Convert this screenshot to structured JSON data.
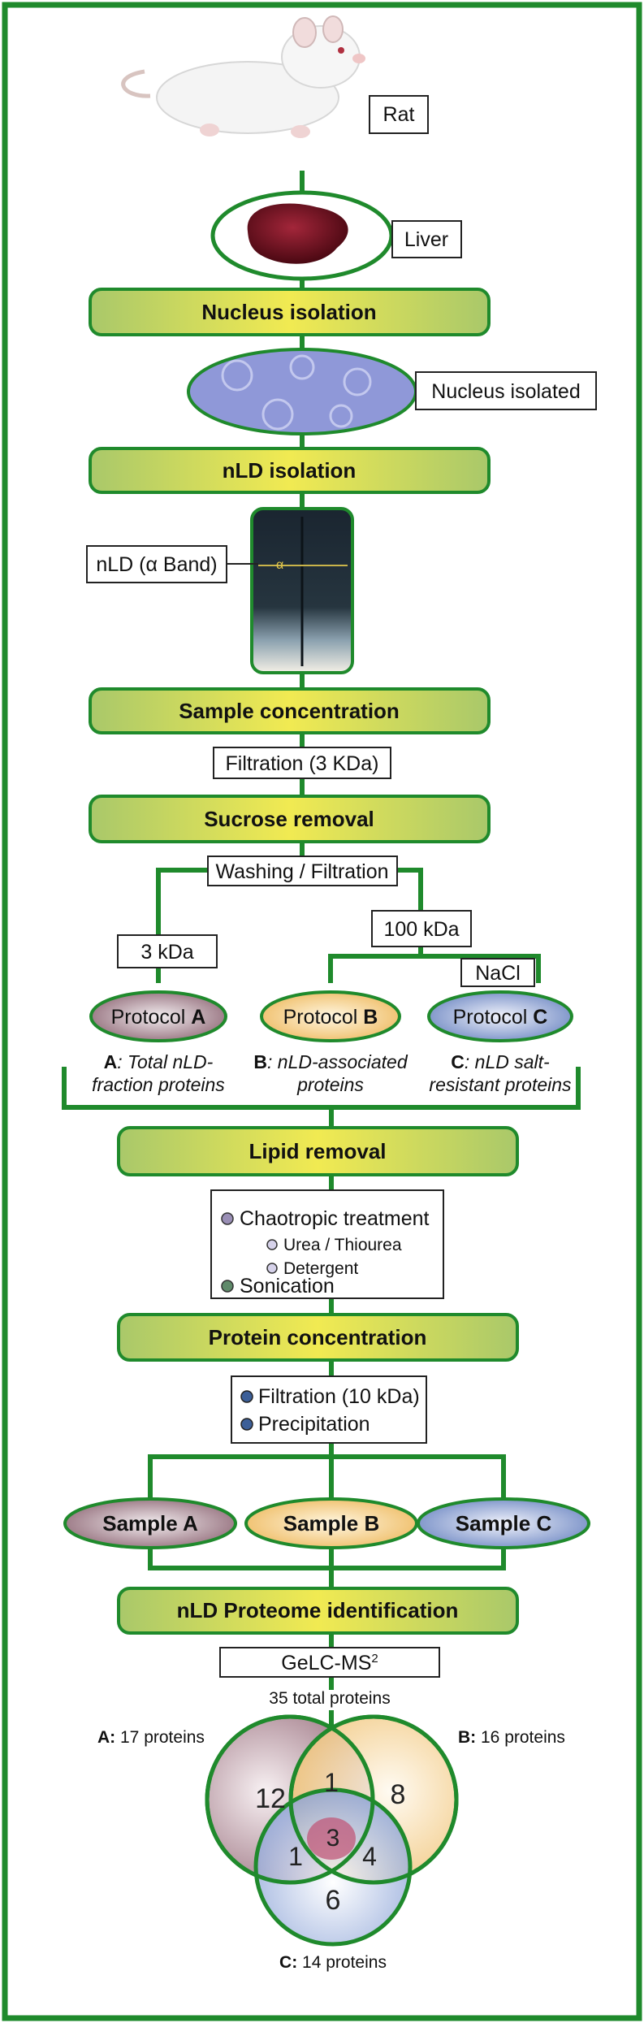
{
  "labels": {
    "rat": "Rat",
    "liver": "Liver",
    "nucleus_isolated": "Nucleus isolated",
    "nld_band": "nLD (α Band)",
    "alpha": "α",
    "filtration_3": "Filtration (3 KDa)",
    "washing": "Washing / Filtration",
    "kda3": "3 kDa",
    "kda100": "100 kDa",
    "nacl": "NaCl",
    "total_proteins": "35 total proteins"
  },
  "steps": {
    "nucleus_isolation": "Nucleus isolation",
    "nld_isolation": "nLD isolation",
    "sample_concentration": "Sample concentration",
    "sucrose_removal": "Sucrose removal",
    "lipid_removal": "Lipid removal",
    "protein_concentration": "Protein concentration",
    "proteome_identification": "nLD Proteome identification"
  },
  "protocols": {
    "word": "Protocol",
    "a": {
      "letter": "A",
      "desc_prefix": "A",
      "desc_1": ": Total nLD-",
      "desc_2": "fraction proteins"
    },
    "b": {
      "letter": "B",
      "desc_prefix": "B",
      "desc_1": ": nLD-associated",
      "desc_2": "proteins"
    },
    "c": {
      "letter": "C",
      "desc_prefix": "C",
      "desc_1": ": nLD salt-",
      "desc_2": "resistant proteins"
    }
  },
  "lipid_box": {
    "chaotropic": "Chaotropic treatment",
    "urea": "Urea / Thiourea",
    "detergent": "Detergent",
    "sonication": "Sonication"
  },
  "protein_box": {
    "filtration": "Filtration (10 kDa)",
    "precipitation": "Precipitation"
  },
  "samples": {
    "a": "Sample A",
    "b": "Sample B",
    "c": "Sample C"
  },
  "gelc": {
    "base": "GeLC-MS",
    "sup": "2"
  },
  "venn": {
    "a_label_prefix": "A:",
    "a_label_rest": " 17 proteins",
    "b_label_prefix": "B:",
    "b_label_rest": " 16 proteins",
    "c_label_prefix": "C:",
    "c_label_rest": " 14 proteins",
    "a_only": "12",
    "b_only": "8",
    "c_only": "6",
    "ab": "1",
    "ac": "1",
    "bc": "4",
    "abc": "3"
  },
  "colors": {
    "frame_green": "#1f8a2c",
    "step_yellow": "#f1ea52",
    "step_green": "#a9c86a",
    "protocol_a": "#a07c88",
    "protocol_b": "#f3c97e",
    "protocol_c": "#7b93c9",
    "nucleus_blue": "#8f98d8",
    "liver_red": "#6a0f1c"
  }
}
